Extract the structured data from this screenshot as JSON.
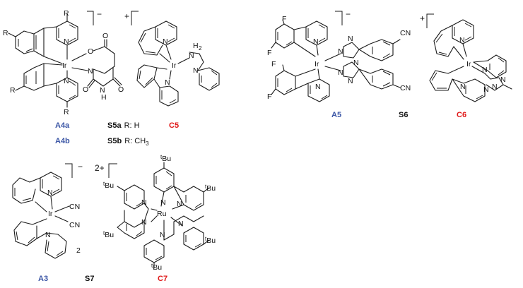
{
  "colors": {
    "blue_label": "#3a55a5",
    "red_label": "#e01818",
    "black_label": "#111111"
  },
  "atoms": {
    "Ir": "Ir",
    "Ru": "Ru",
    "N": "N",
    "O": "O",
    "F": "F",
    "H": "H",
    "R": "R",
    "CN": "CN",
    "NH2_N": "N",
    "NH2_H": "H",
    "NH2_sub": "2",
    "tBu_sup": "t",
    "tBu_main": "Bu"
  },
  "charges": {
    "A4_anion": "−",
    "C5_cation": "+",
    "A5_anion": "−",
    "C6_cation": "+",
    "A3_anion": "−",
    "C7_cation": "2+"
  },
  "labels": {
    "A4a": "A4a",
    "A4b": "A4b",
    "S5a_name": "S5a",
    "S5a_sub": "R: H",
    "S5b_name": "S5b",
    "S5b_sub": "R: CH",
    "S5b_subscript": "3",
    "C5": "C5",
    "A5": "A5",
    "S6": "S6",
    "C6": "C6",
    "A3": "A3",
    "S7": "S7",
    "C7": "C7",
    "stoich_2": "2"
  }
}
